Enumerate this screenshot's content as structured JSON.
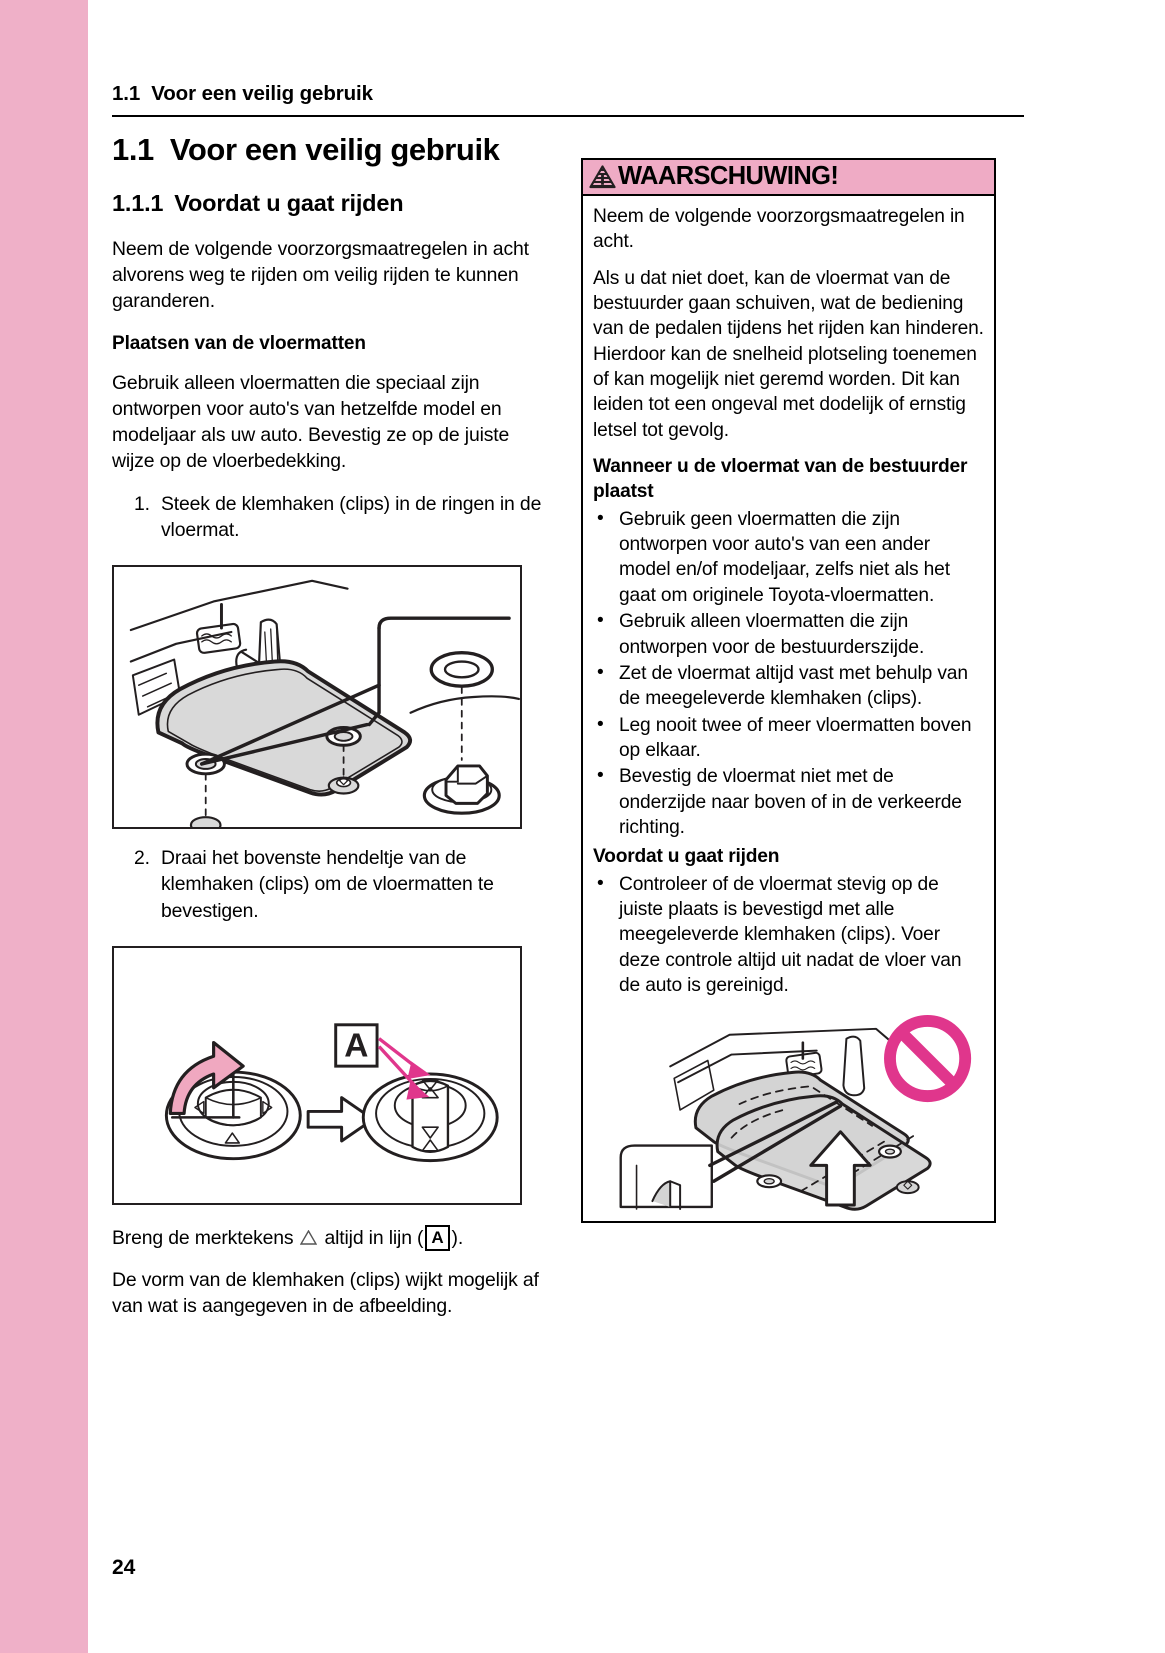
{
  "colors": {
    "edge_bar_pink": "#efb0c8",
    "warning_header_pink": "#efabc5",
    "magenta_accent": "#e0368c",
    "arrow_pink": "#f0a8c0"
  },
  "running_head": {
    "number": "1.1",
    "title": "Voor een veilig gebruik"
  },
  "left_column": {
    "chapter_number": "1.1",
    "chapter_title": "Voor een veilig gebruik",
    "section_number": "1.1.1",
    "section_title": "Voordat u gaat rijden",
    "intro_paragraph": "Neem de volgende voorzorgsmaatregelen in acht alvorens weg te rijden om veilig rijden te kunnen garanderen.",
    "subheading": "Plaatsen van de vloermatten",
    "paragraph_2": "Gebruik alleen vloermatten die speciaal zijn ontworpen voor auto's van hetzelfde model en modeljaar als uw auto. Bevestig ze op de juiste wijze op de vloerbedekking.",
    "steps": [
      {
        "marker": "1.",
        "text": "Steek de klemhaken (clips) in de ringen in de vloermat."
      },
      {
        "marker": "2.",
        "text": "Draai het bovenste hendeltje van de klemhaken (clips) om de vloermatten te bevestigen."
      }
    ],
    "figure_1_name": "floor-mat-clip-installation-illustration",
    "figure_2_name": "clip-lever-rotation-illustration",
    "mark_note_before": "Breng de merktekens",
    "mark_note_middle": "altijd in lijn (",
    "mark_note_box_label": "A",
    "mark_note_after": ").",
    "shape_note": "De vorm van de klemhaken (clips) wijkt mogelijk af van wat is aangegeven in de afbeelding."
  },
  "warning": {
    "icon_name": "warning-triangle-icon",
    "title": "WAARSCHUWING!",
    "paragraph_1": "Neem de volgende voorzorgsmaatregelen in acht.",
    "paragraph_2": "Als u dat niet doet, kan de vloermat van de bestuurder gaan schuiven, wat de bediening van de pedalen tijdens het rijden kan hinderen. Hierdoor kan de snelheid plotseling toenemen of kan mogelijk niet geremd worden. Dit kan leiden tot een ongeval met dodelijk of ernstig letsel tot gevolg.",
    "subheading_1": "Wanneer u de vloermat van de bestuurder plaatst",
    "bullets_1": [
      "Gebruik geen vloermatten die zijn ontworpen voor auto's van een ander model en/of modeljaar, zelfs niet als het gaat om originele Toyota-vloermatten.",
      "Gebruik alleen vloermatten die zijn ontworpen voor de bestuurderszijde.",
      "Zet de vloermat altijd vast met behulp van de meegeleverde klemhaken (clips).",
      "Leg nooit twee of meer vloermatten boven op elkaar.",
      "Bevestig de vloermat niet met de onderzijde naar boven of in de verkeerde richting."
    ],
    "subheading_2": "Voordat u gaat rijden",
    "bullets_2": [
      "Controleer of de vloermat stevig op de juiste plaats is bevestigd met alle meegeleverde klemhaken (clips). Voer deze controle altijd uit nadat de vloer van de auto is gereinigd."
    ],
    "figure_name": "prohibited-floor-mat-stacking-illustration"
  },
  "footer": {
    "page_number": "24"
  }
}
